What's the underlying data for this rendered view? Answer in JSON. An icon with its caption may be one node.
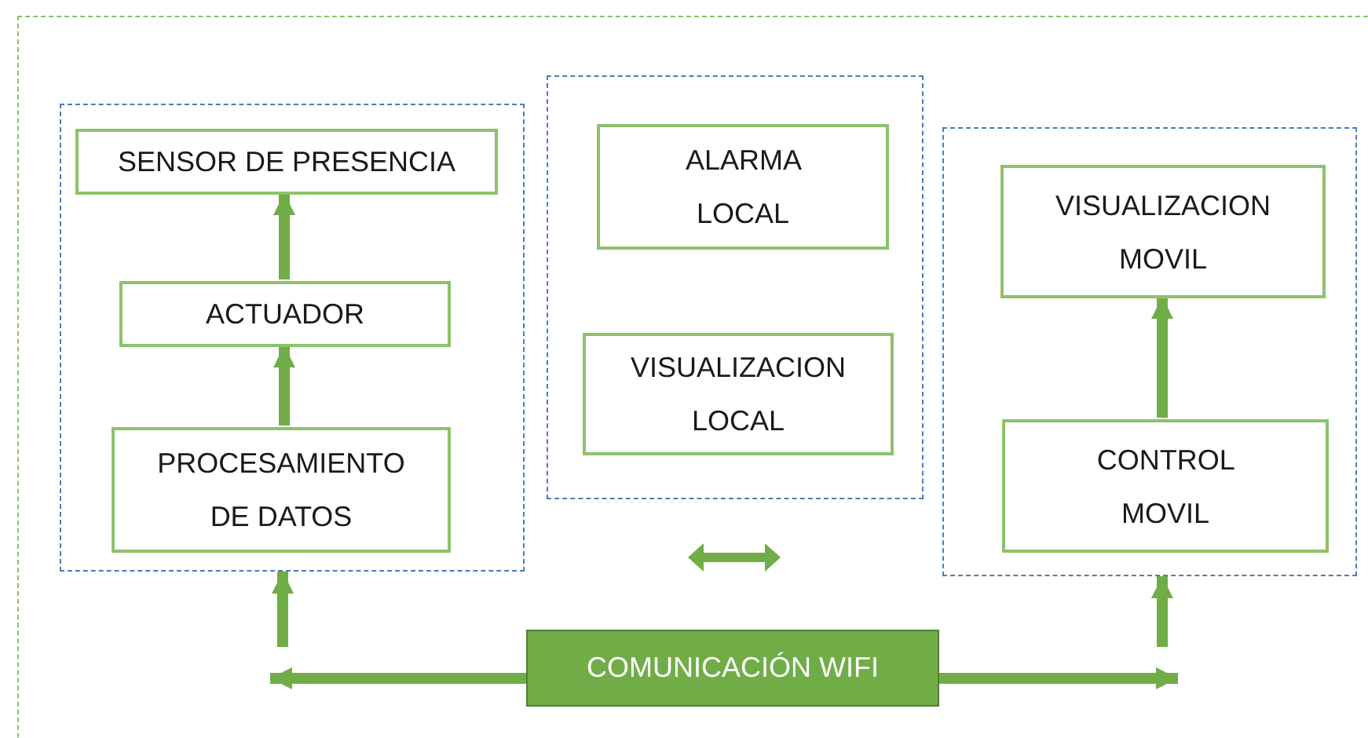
{
  "diagram": {
    "nodes": [
      {
        "text": [],
        "shape": "box"
      },
      {
        "text": [
          "SENSOR DE PRESENCIA"
        ],
        "in": 0
      },
      {
        "text": [
          "ACTUADOR"
        ],
        "in": 0
      },
      {
        "text": [
          "PROCESAMIENTO DE DATOS"
        ],
        "in": 0
      },
      {
        "text": [],
        "shape": "box"
      },
      {
        "text": [
          "ALARMA LOCAL"
        ],
        "in": 4
      },
      {
        "text": [
          "VISUALIZACION LOCAL"
        ],
        "in": 4
      },
      {
        "text": [],
        "shape": "box"
      },
      {
        "text": [
          "VISUALIZACION MOVIL"
        ],
        "in": 7
      },
      {
        "text": [
          "CONTROL MOVIL"
        ],
        "in": 7
      },
      {
        "text": [
          "COMUNICACIÓN WIFI"
        ]
      }
    ],
    "edges": [
      {
        "from": 3,
        "to": 2,
        "arrow": "to"
      },
      {
        "from": 2,
        "to": 1,
        "arrow": "to"
      },
      {
        "from": 9,
        "to": 8,
        "arrow": "to"
      },
      {
        "from": 10,
        "to": null,
        "arrow": "to"
      },
      {
        "from": null,
        "to": 0,
        "arrow": "to"
      },
      {
        "from": 10,
        "to": null,
        "arrow": "to"
      },
      {
        "from": null,
        "to": 7,
        "arrow": "to"
      }
    ]
  }
}
